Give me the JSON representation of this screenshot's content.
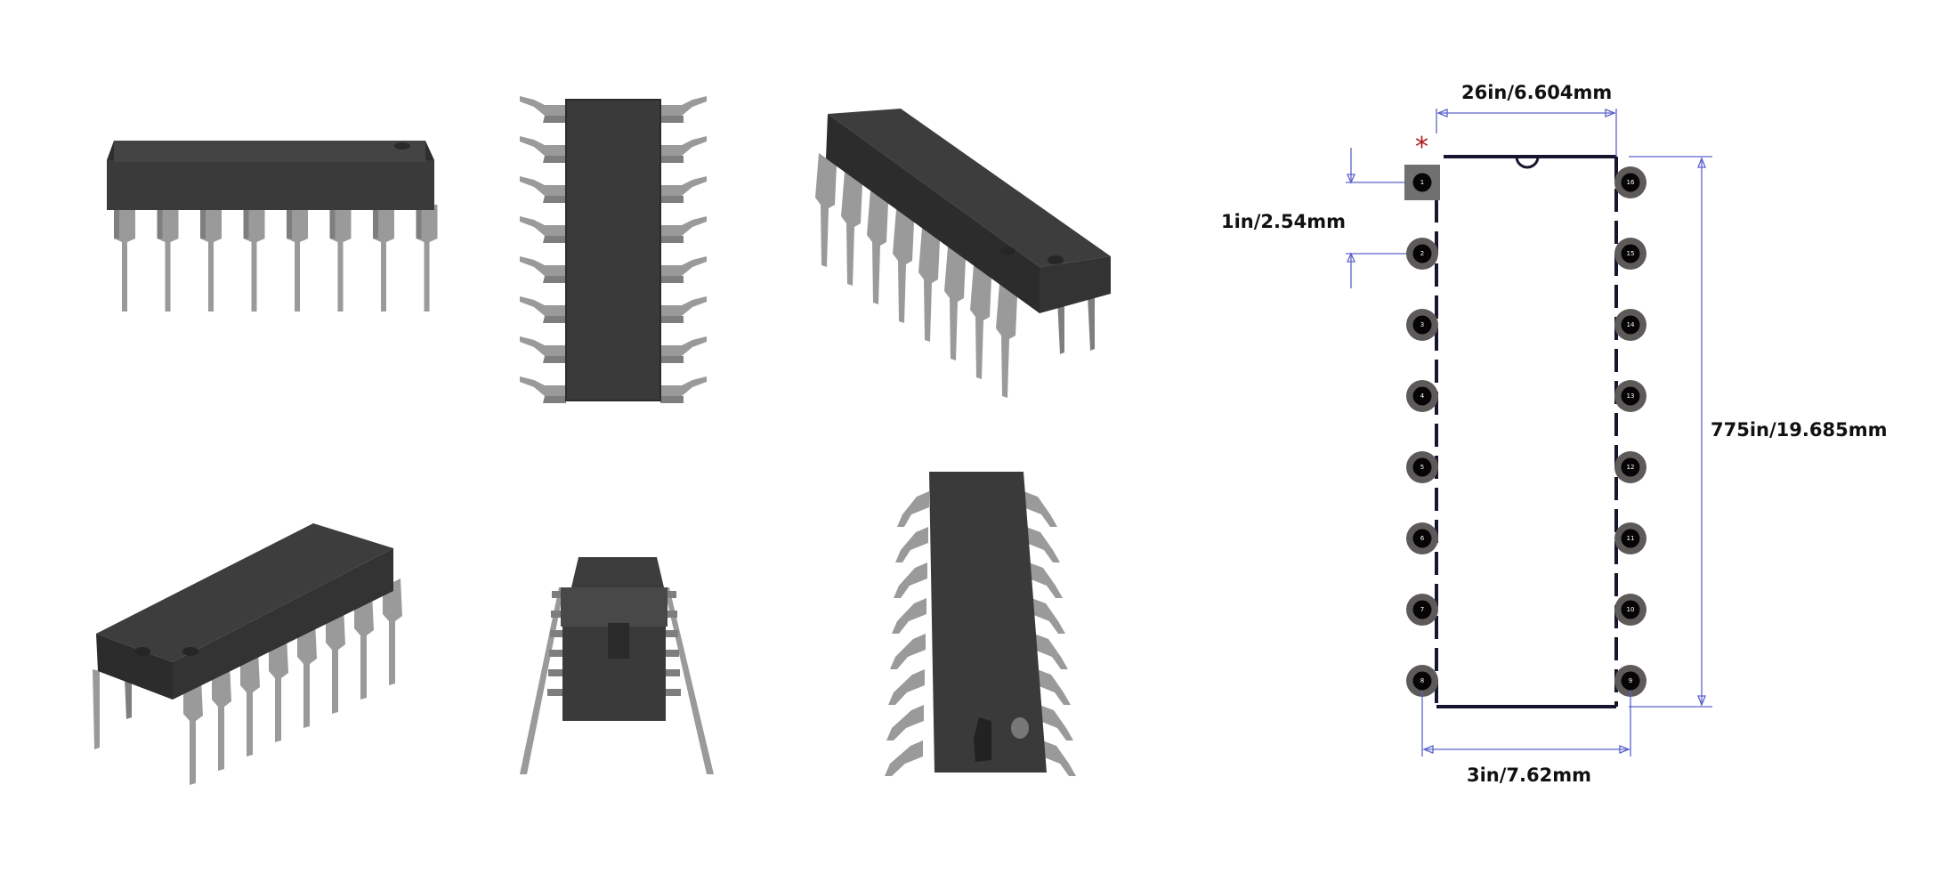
{
  "footprint": {
    "pin1_marker": "*",
    "dimensions": {
      "width_top": "26in/6.604mm",
      "pitch": "1in/2.54mm",
      "length": "775in/19.685mm",
      "row_spacing": "3in/7.62mm"
    },
    "pins_left": [
      "1",
      "2",
      "3",
      "4",
      "5",
      "6",
      "7",
      "8"
    ],
    "pins_right": [
      "16",
      "15",
      "14",
      "13",
      "12",
      "11",
      "10",
      "9"
    ]
  },
  "colors": {
    "chip_body": "#3b3b3b",
    "chip_body_dark": "#2a2a2a",
    "chip_body_light": "#484848",
    "lead": "#9a9a9a",
    "lead_dark": "#7e7e7e",
    "pad_ring": "#5e5a5a",
    "pad_hole": "#050505",
    "square_pad": "#707070",
    "outline": "#161630",
    "dimension_line": "#5b63c9",
    "marker": "#b01818"
  },
  "views": [
    "front-view",
    "top-view",
    "iso-view-right",
    "iso-view-left",
    "end-view",
    "bottom-view"
  ]
}
